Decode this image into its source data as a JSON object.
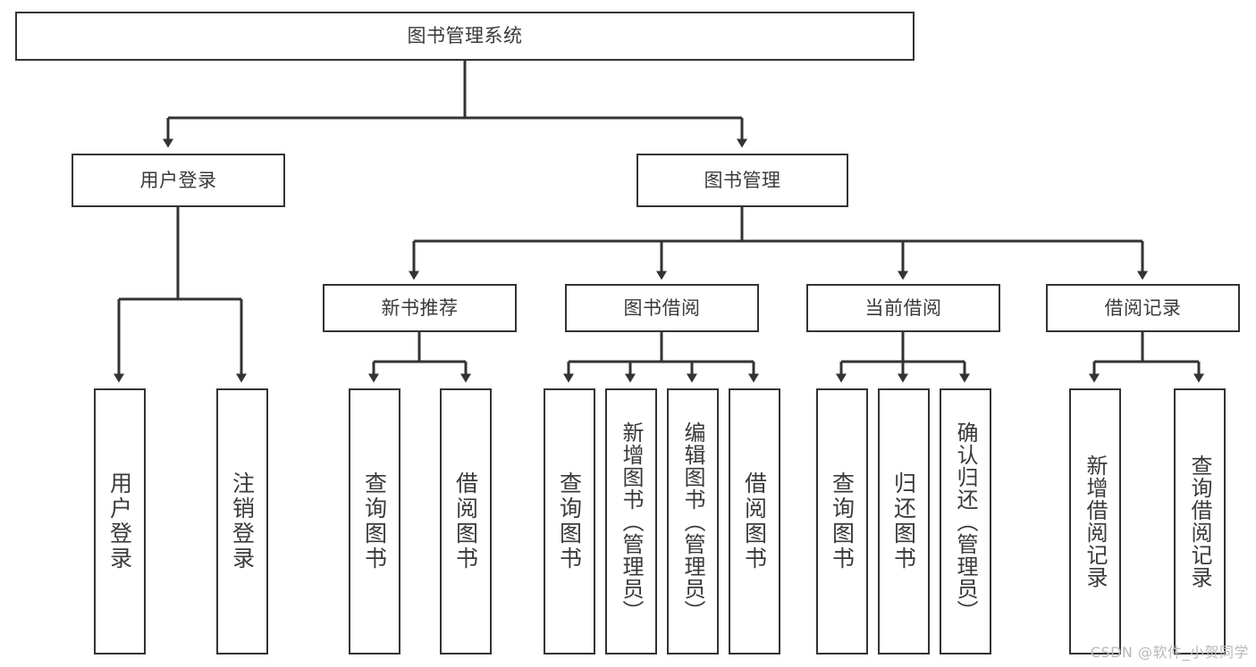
{
  "diagram": {
    "title": "图书管理系统",
    "type": "tree-hierarchy-chart",
    "watermark": "CSDN @软件_小贺同学",
    "colors": {
      "background": "#ffffff",
      "node_border": "#333333",
      "node_fill": "#ffffff",
      "text": "#3a3a3a",
      "connector": "#333333",
      "watermark": "#b9b9b9"
    },
    "root": {
      "label": "图书管理系统"
    },
    "level2": [
      {
        "label": "用户登录"
      },
      {
        "label": "图书管理"
      }
    ],
    "level3": [
      {
        "label": "新书推荐"
      },
      {
        "label": "图书借阅"
      },
      {
        "label": "当前借阅"
      },
      {
        "label": "借阅记录"
      }
    ],
    "leaves": {
      "user_login": [
        {
          "label": "用户登录"
        },
        {
          "label": "注销登录"
        }
      ],
      "new_book_recommend": [
        {
          "label": "查询图书"
        },
        {
          "label": "借阅图书"
        }
      ],
      "book_borrow": [
        {
          "label": "查询图书"
        },
        {
          "label": "新增图书（管理员）"
        },
        {
          "label": "编辑图书（管理员）"
        },
        {
          "label": "借阅图书"
        }
      ],
      "current_borrow": [
        {
          "label": "查询图书"
        },
        {
          "label": "归还图书"
        },
        {
          "label": "确认归还（管理员）"
        }
      ],
      "borrow_record": [
        {
          "label": "新增借阅记录"
        },
        {
          "label": "查询借阅记录"
        }
      ]
    }
  }
}
